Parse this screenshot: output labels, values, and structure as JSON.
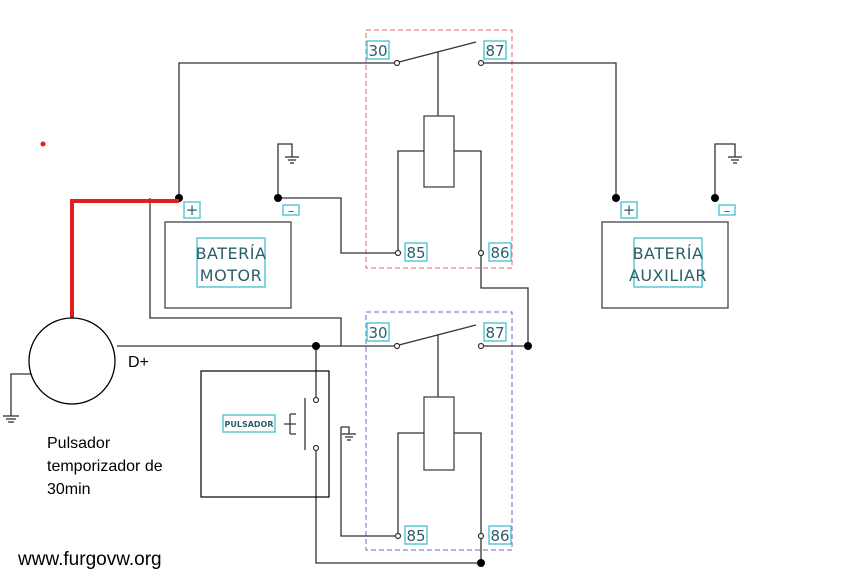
{
  "relay_top": {
    "pin_30": "30",
    "pin_87": "87",
    "pin_85": "85",
    "pin_86": "86",
    "border_color": "#e06666"
  },
  "relay_bottom": {
    "pin_30": "30",
    "pin_87": "87",
    "pin_85": "85",
    "pin_86": "86",
    "border_color": "#6a6acc"
  },
  "battery_motor": {
    "line1": "BATERÍA",
    "line2": "MOTOR",
    "plus": "+",
    "minus": "−"
  },
  "battery_aux": {
    "line1": "BATERÍA",
    "line2": "AUXILIAR",
    "plus": "+",
    "minus": "−"
  },
  "alternator": {
    "terminal": "D+"
  },
  "pushbutton": {
    "label": "PULSADOR"
  },
  "note": {
    "line1": "Pulsador",
    "line2": "temporizador de",
    "line3": "30min"
  },
  "watermark": "www.furgovw.org",
  "colors": {
    "power_wire": "#e02020",
    "label_border": "#5ac8d8"
  }
}
